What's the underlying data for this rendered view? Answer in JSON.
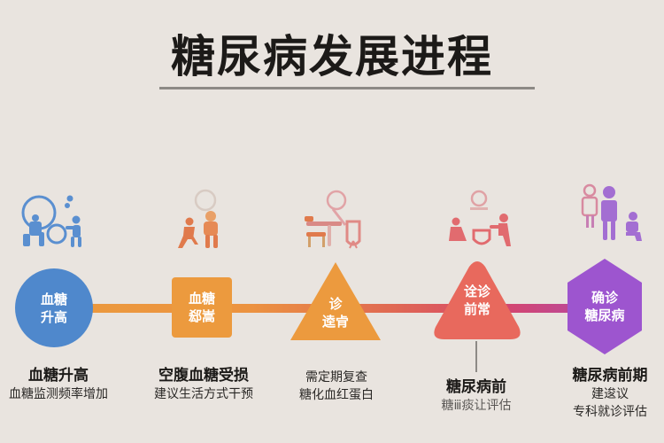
{
  "title": "糖尿病发展进程",
  "colors": {
    "background": "#e9e4df",
    "stage1": "#4f88cc",
    "stage2": "#ec9a3e",
    "stage3": "#ec9a3e",
    "stage4": "#e86a5e",
    "stage5": "#9d55cf"
  },
  "stages": [
    {
      "shape": "circle",
      "icon": "people-with-glucose-meter-icon",
      "node_line1": "血糖",
      "node_line2": "升高",
      "title": "血糖升高",
      "desc_line1": "血糖监测频率增加",
      "desc_line2": ""
    },
    {
      "shape": "square",
      "icon": "caregiver-helping-patient-icon",
      "node_line1": "血糖",
      "node_line2": "郄嵩",
      "title": "空腹血糖受损",
      "desc_line1": "建议生活方式干预",
      "desc_line2": ""
    },
    {
      "shape": "triangle",
      "icon": "patient-at-desk-checkup-icon",
      "node_line1": "诊",
      "node_line2": "逵肻",
      "title": "",
      "desc_line1": "需定期复查",
      "desc_line2": "糖化血红蛋白"
    },
    {
      "shape": "rounded-triangle",
      "icon": "doctor-consultation-icon",
      "node_line1": "诠诊",
      "node_line2": "前常",
      "title": "糖尿病前",
      "desc_line1": "糖ⅲ痰让评估",
      "desc_line2": ""
    },
    {
      "shape": "hexagon",
      "icon": "family-group-icon",
      "node_line1": "确诊",
      "node_line2": "糖尿病",
      "title": "糖尿病前期",
      "desc_line1": "建逡议",
      "desc_line2": "专科就诊评估"
    }
  ]
}
